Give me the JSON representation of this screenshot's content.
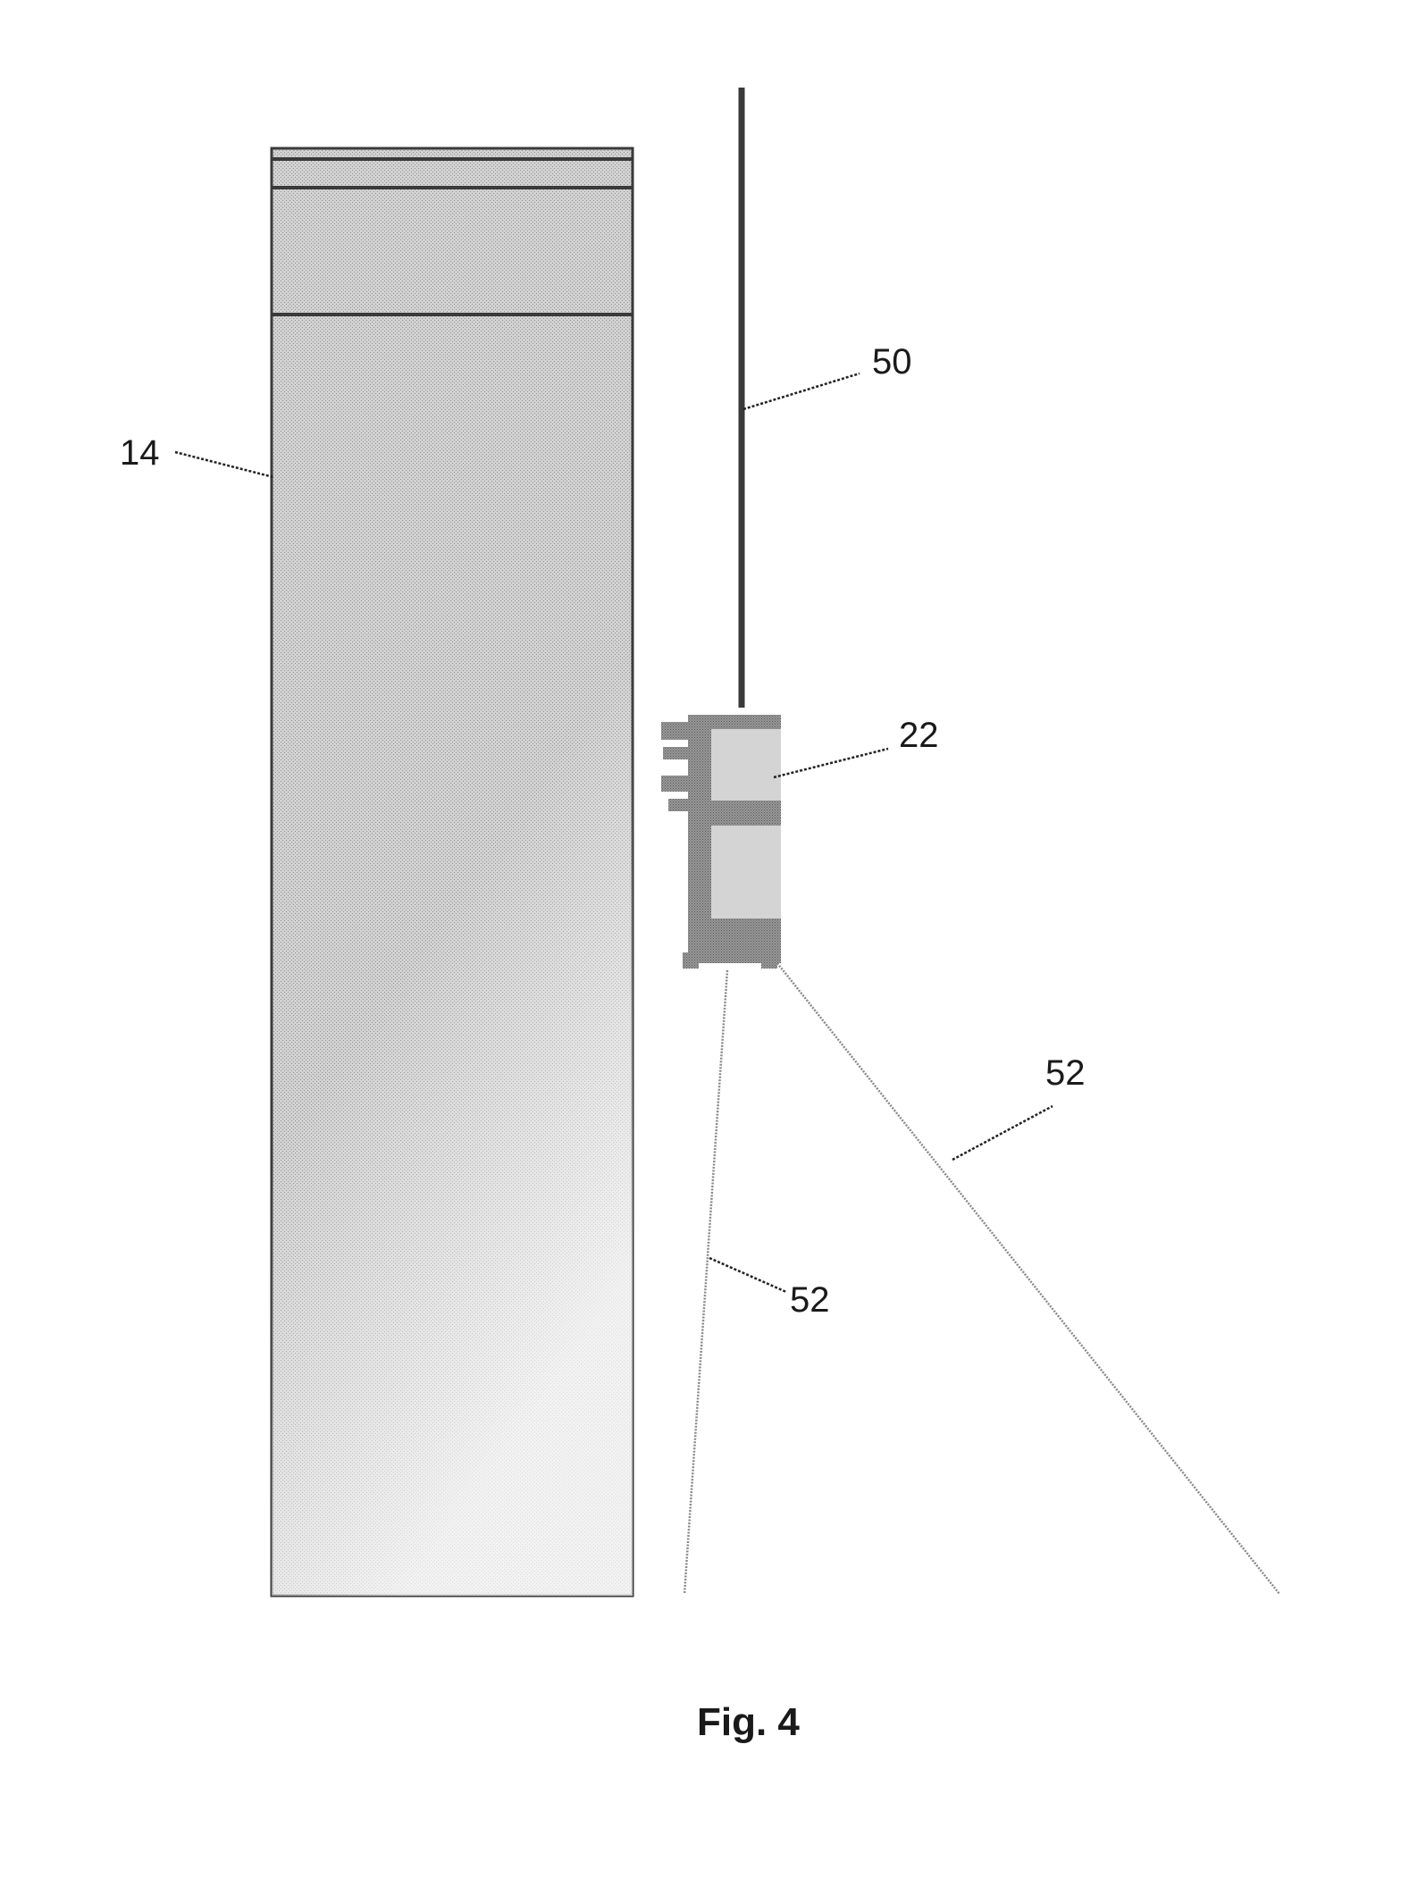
{
  "figure": {
    "caption": "Fig. 4",
    "labels": {
      "tank": "14",
      "cable": "50",
      "device": "22",
      "beam_left": "52",
      "beam_right": "52"
    }
  },
  "colors": {
    "background": "#ffffff",
    "outline": "#3a3a3a",
    "column_fill": "#c8c8c8",
    "device_dark": "#8e8e8e",
    "device_light": "#cfcfcf",
    "cable": "#3a3a3a",
    "beam": "#8a8a8a"
  }
}
